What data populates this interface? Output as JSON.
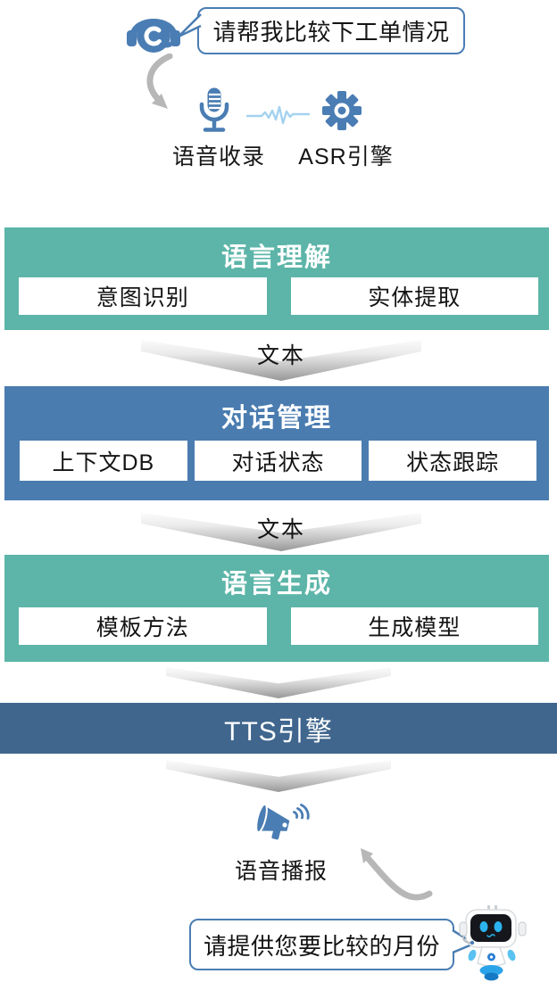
{
  "colors": {
    "teal_block": "#5cb5a8",
    "blue_block": "#4a7cb0",
    "tts_bar": "#40668e",
    "icon_blue": "#4a7db3",
    "waveform_blue": "#a4d2ef",
    "arrow_gray": "#b7b7b7",
    "bubble_border": "#4a7db3"
  },
  "user_turn": {
    "bubble_text": "请帮我比较下工单情况",
    "icon": "headset-agent-icon"
  },
  "asr_stage": {
    "record_icon": "microphone-icon",
    "wave_icon": "waveform-icon",
    "engine_icon": "gear-icon",
    "record_label": "语音收录",
    "engine_label": "ASR引擎"
  },
  "nlu_block": {
    "title": "语言理解",
    "items": [
      "意图识别",
      "实体提取"
    ]
  },
  "dm_block": {
    "title": "对话管理",
    "items": [
      "上下文DB",
      "对话状态",
      "状态跟踪"
    ]
  },
  "nlg_block": {
    "title": "语言生成",
    "items": [
      "模板方法",
      "生成模型"
    ]
  },
  "tts_block": {
    "title": "TTS引擎"
  },
  "flow_labels": {
    "nlu_to_dm": "文本",
    "dm_to_nlg": "文本"
  },
  "output_stage": {
    "broadcast_icon": "megaphone-icon",
    "broadcast_label": "语音播报"
  },
  "bot_turn": {
    "bubble_text": "请提供您要比较的月份",
    "icon": "robot-icon"
  }
}
